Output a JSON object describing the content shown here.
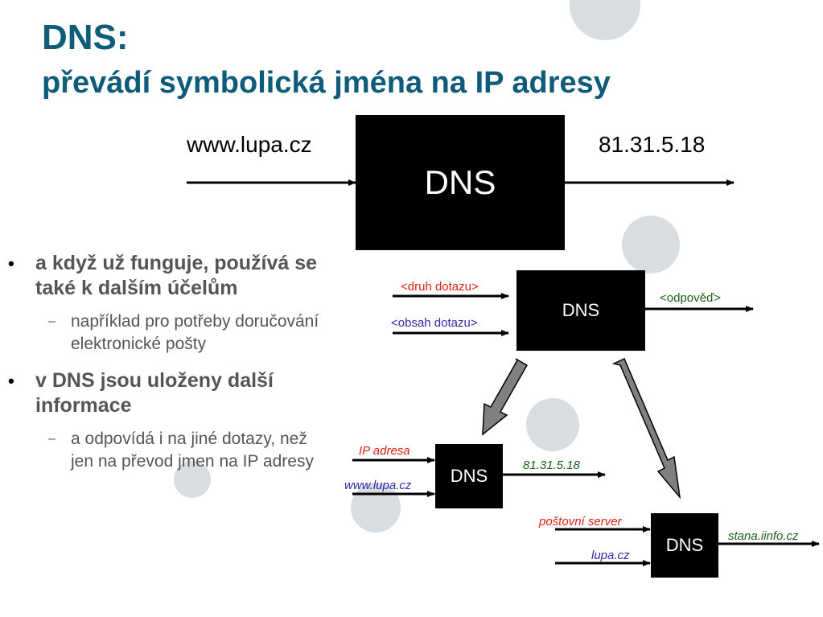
{
  "title": {
    "line1": "DNS:",
    "line2": "převádí symbolická jména na IP adresy"
  },
  "diagram_main": {
    "box_label": "DNS",
    "input": "www.lupa.cz",
    "output": "81.31.5.18"
  },
  "diagram_generic": {
    "box_label": "DNS",
    "input1": "<druh dotazu>",
    "input2": "<obsah dotazu>",
    "output": "<odpověď>"
  },
  "diagram_ip": {
    "box_label": "DNS",
    "input1": "IP adresa",
    "input2": "www.lupa.cz",
    "output": "81.31.5.18"
  },
  "diagram_mail": {
    "box_label": "DNS",
    "input1": "poštovní server",
    "input2": "lupa.cz",
    "output": "stana.iinfo.cz"
  },
  "bullets": [
    {
      "text": "a když už funguje, používá se také k dalším účelům",
      "sub": "například pro potřeby doručování elektronické pošty"
    },
    {
      "text": "v DNS jsou uloženy další informace",
      "sub": "a odpovídá i na jiné dotazy, než jen na převod jmen na IP adresy"
    }
  ],
  "colors": {
    "title": "#0f5b7a",
    "label_red": "#e02010",
    "label_blue": "#2b2ba8",
    "label_green": "#1c5f1c"
  }
}
